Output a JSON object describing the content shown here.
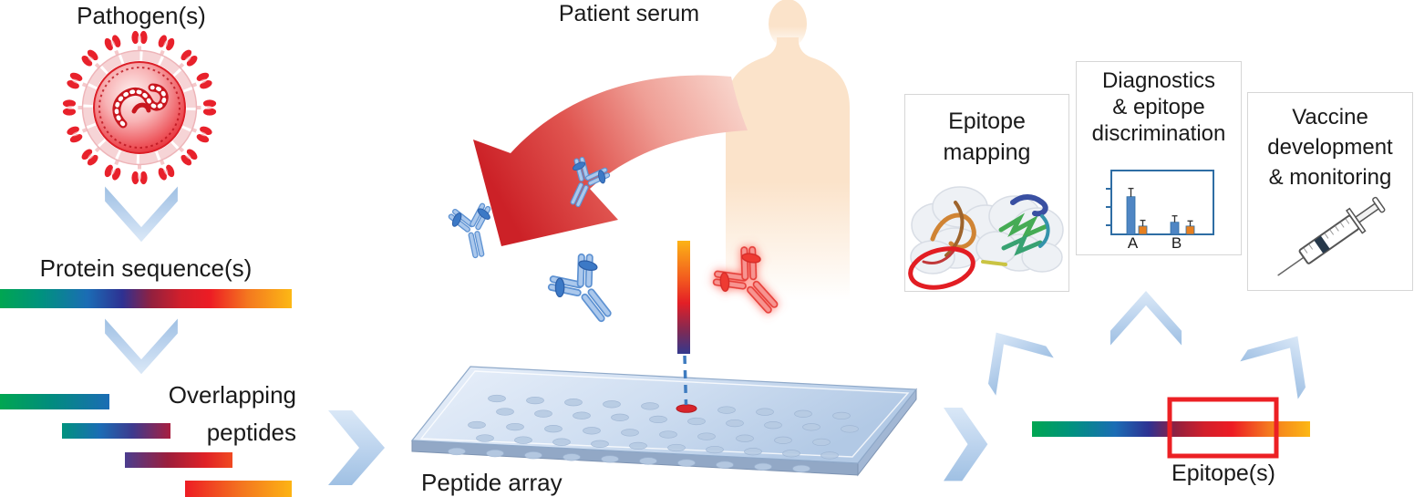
{
  "figure": {
    "pathogen_label": "Pathogen(s)",
    "protein_sequence_label": "Protein sequence(s)",
    "overlapping_peptides_line1": "Overlapping",
    "overlapping_peptides_line2": "peptides",
    "peptide_array_label": "Peptide array",
    "patient_serum_label": "Patient serum",
    "epitope_label": "Epitope(s)"
  },
  "outcome_boxes": [
    {
      "title_lines": [
        "Epitope",
        "mapping"
      ]
    },
    {
      "title_lines": [
        "Diagnostics",
        "& epitope",
        "discrimination"
      ]
    },
    {
      "title_lines": [
        "Vaccine",
        "development",
        "& monitoring"
      ]
    }
  ],
  "peptide_array": {
    "spot_rows": 5,
    "spot_cols": 10,
    "highlighted_spot": {
      "row": 0,
      "col": 5
    }
  },
  "chart_data": {
    "type": "bar",
    "categories": [
      "A",
      "B"
    ],
    "series": [
      {
        "name": "blue",
        "color": "#4f86c4",
        "values": [
          0.59,
          0.19
        ],
        "errors": [
          0.13,
          0.1
        ]
      },
      {
        "name": "orange",
        "color": "#e8801f",
        "values": [
          0.13,
          0.13
        ],
        "errors": [
          0.09,
          0.08
        ]
      }
    ],
    "title": "",
    "xlabel": "",
    "ylabel": "",
    "ylim": [
      0,
      1
    ],
    "ytick_count": 3,
    "legend": false,
    "axis_color": "#2e6da4"
  },
  "palette": {
    "chevron_blue": "#b9d0ec",
    "virus_red": "#e8212b",
    "antibody_blue": "#abc8ec",
    "antibody_red": "#f79490",
    "highlight_red": "#ec2024",
    "human_skin": "#fbe3ca",
    "spectrum": [
      "#00a651",
      "#00927e",
      "#1b6cb5",
      "#2e3192",
      "#93203e",
      "#d21f2b",
      "#ed1c24",
      "#f4781f",
      "#fcb815"
    ]
  }
}
